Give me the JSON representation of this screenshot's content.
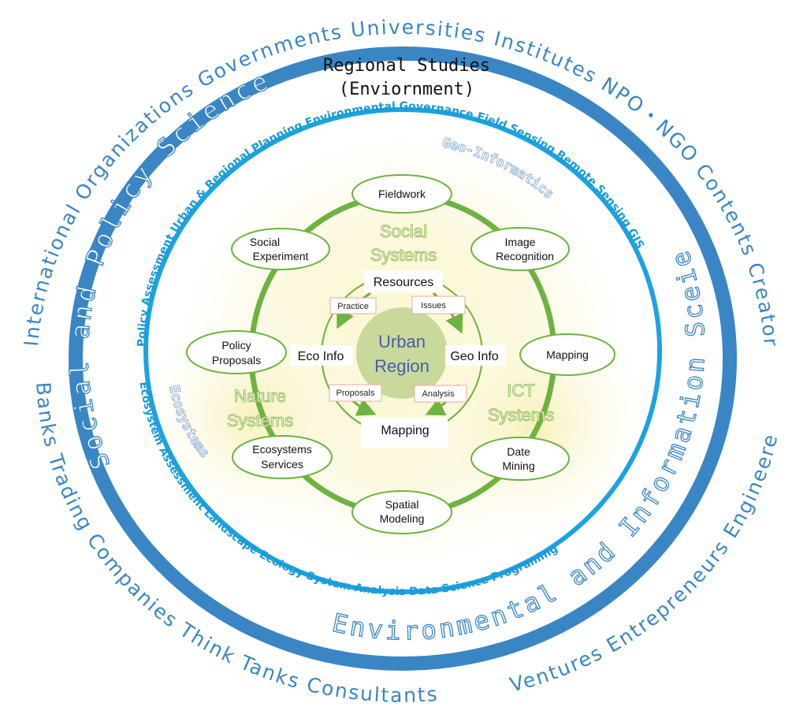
{
  "outer_ring": {
    "stakeholders_top": "International Organizations Governments Universities Institutes NPO・NGO Contents Creators",
    "stakeholders_bottom_left": "Banks Trading Companies Think Tanks Consultants",
    "stakeholders_bottom_right": "Ventures Entrepreneurs Engineeres",
    "social_science": "Social and Policy Science",
    "info_science": "Environmental and Information Sceience"
  },
  "title": {
    "line1": "Regional Studies",
    "line2": "(Enviornment)"
  },
  "inner_ring": {
    "top_arc": "Policy Assessment Urban & Regional Planning Environmental Governance Field Sensing Remote Sensing GIS",
    "bottom_arc": "Ecosystem Assessment Landscape Ecology System Analysis Data Science Programing"
  },
  "sectors": {
    "geo": "Geo-Informatics",
    "eco": "Ecosystems"
  },
  "systems": {
    "social": [
      "Social",
      "Systems"
    ],
    "nature": [
      "Nature",
      "Systems"
    ],
    "ict": [
      "ICT",
      "Systems"
    ]
  },
  "nodes": {
    "fieldwork": [
      "Fieldwork"
    ],
    "image_recognition": [
      "Image",
      "Recognition"
    ],
    "mapping_right": [
      "Mapping"
    ],
    "date_mining": [
      "Date",
      "Mining"
    ],
    "spatial_modeling": [
      "Spatial",
      "Modeling"
    ],
    "ecosystems_services": [
      "Ecosystems",
      "Services"
    ],
    "policy_proposals": [
      "Policy",
      "Proposals"
    ],
    "social_experiment": [
      "Social",
      "Experiment"
    ]
  },
  "center": {
    "core": [
      "Urban",
      "Region"
    ],
    "resources": "Resources",
    "mapping": "Mapping",
    "eco_info": "Eco Info",
    "geo_info": "Geo Info",
    "practice": "Practice",
    "issues": "Issues",
    "proposals": "Proposals",
    "analysis": "Analysis"
  },
  "colors": {
    "outer_blue": "#3a86c4",
    "inner_blue": "#1ca2e0",
    "green_ring": "#6db33f",
    "core_green": "#c9d99b",
    "core_text": "#4a5ca8"
  }
}
